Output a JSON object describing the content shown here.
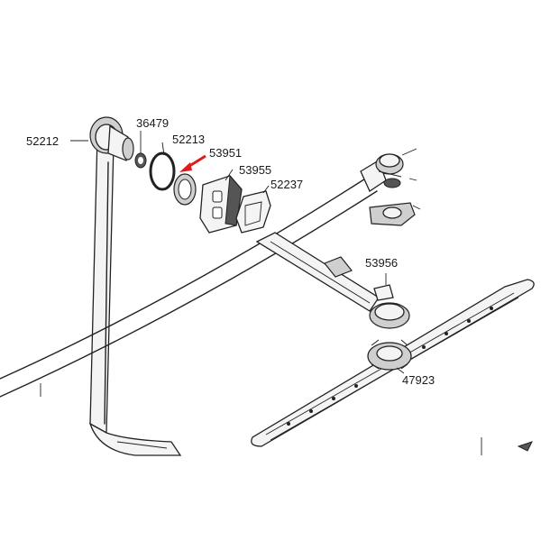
{
  "diagram": {
    "part_labels": {
      "p52212": "52212",
      "p36479": "36479",
      "p52213": "52213",
      "p53951": "53951",
      "p53955": "53955",
      "p52237": "52237",
      "p53956": "53956",
      "p47923": "47923"
    },
    "highlight_color": "#e11b1b"
  }
}
